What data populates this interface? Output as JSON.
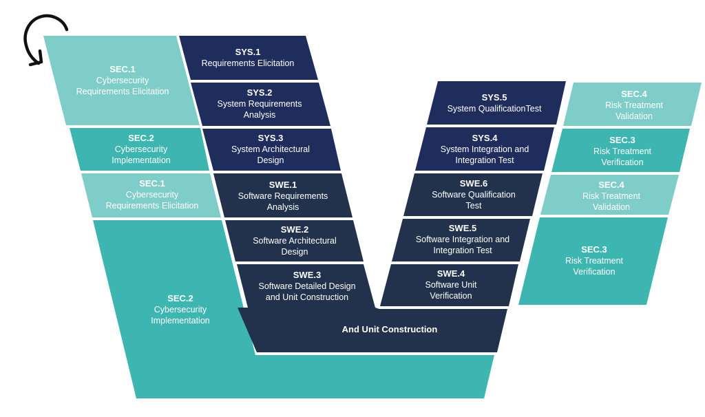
{
  "colors": {
    "sec_light": "#7FCDC9",
    "sec_dark": "#3DB5B0",
    "sys_navy": "#1F2D5C",
    "swe_navy": "#22324C",
    "arrow": "#111111"
  },
  "icons": {
    "cycle_arrow": "curved-arrow-icon"
  },
  "left_branch": {
    "security": [
      {
        "code": "SEC.1",
        "lines": [
          "Cybersecurity",
          "Requirements Elicitation"
        ]
      },
      {
        "code": "SEC.2",
        "lines": [
          "Cybersecurity",
          "Implementation"
        ]
      },
      {
        "code": "SEC.1",
        "lines": [
          "Cybersecurity",
          "Requirements Elicitation"
        ]
      },
      {
        "code": "SEC.2",
        "lines": [
          "Cybersecurity",
          "Implementation"
        ]
      }
    ],
    "processes": [
      {
        "code": "SYS.1",
        "lines": [
          "Requirements Elicitation"
        ]
      },
      {
        "code": "SYS.2",
        "lines": [
          "System Requirements",
          "Analysis"
        ]
      },
      {
        "code": "SYS.3",
        "lines": [
          "System Architectural",
          "Design"
        ]
      },
      {
        "code": "SWE.1",
        "lines": [
          "Software Requirements",
          "Analysis"
        ]
      },
      {
        "code": "SWE.2",
        "lines": [
          "Software Architectural",
          "Design"
        ]
      },
      {
        "code": "SWE.3",
        "lines": [
          "Software Detailed Design",
          "and Unit Construction"
        ]
      }
    ]
  },
  "bottom": {
    "label": "And Unit Construction"
  },
  "right_branch": {
    "processes": [
      {
        "code": "SYS.5",
        "lines": [
          "System QualificationTest"
        ]
      },
      {
        "code": "SYS.4",
        "lines": [
          "System Integration and",
          "Integration Test"
        ]
      },
      {
        "code": "SWE.6",
        "lines": [
          "Software Qualification",
          "Test"
        ]
      },
      {
        "code": "SWE.5",
        "lines": [
          "Software Integration and",
          "Integration Test"
        ]
      },
      {
        "code": "SWE.4",
        "lines": [
          "Software Unit",
          "Verification"
        ]
      }
    ],
    "security": [
      {
        "code": "SEC.4",
        "lines": [
          "Risk Treatment",
          "Validation"
        ]
      },
      {
        "code": "SEC.3",
        "lines": [
          "Risk Treatment",
          "Verification"
        ]
      },
      {
        "code": "SEC.4",
        "lines": [
          "Risk Treatment",
          "Validation"
        ]
      },
      {
        "code": "SEC.3",
        "lines": [
          "Risk Treatment",
          "Verification"
        ]
      }
    ]
  }
}
